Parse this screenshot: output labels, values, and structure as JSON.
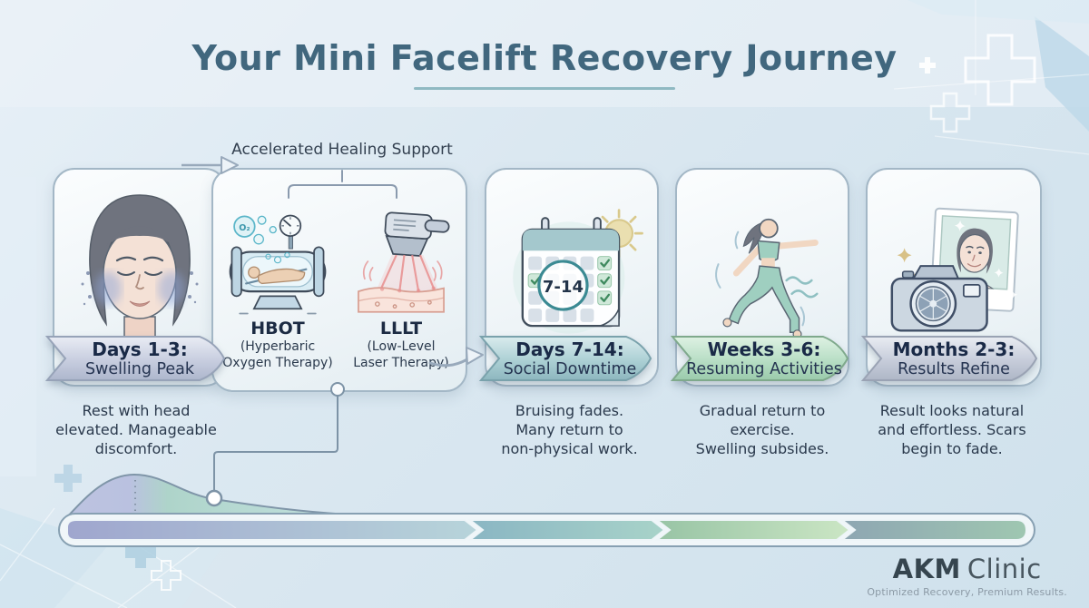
{
  "title": "Your Mini Facelift Recovery Journey",
  "support_label": "Accelerated Healing Support",
  "stages": [
    {
      "banner_title": "Days 1-3:",
      "banner_subtitle": "Swelling Peak",
      "description": "Rest with head\nelevated. Manageable\ndiscomfort."
    },
    {
      "treatments": [
        {
          "abbr": "HBOT",
          "full": "(Hyperbaric\nOxygen Therapy)"
        },
        {
          "abbr": "LLLT",
          "full": "(Low-Level\nLaser Therapy)"
        }
      ]
    },
    {
      "banner_title": "Days 7-14:",
      "banner_subtitle": "Social Downtime",
      "description": "Bruising fades.\nMany return to\nnon-physical work.",
      "calendar_label": "7-14"
    },
    {
      "banner_title": "Weeks 3-6:",
      "banner_subtitle": "Resuming Activities",
      "description": "Gradual return to\nexercise.\nSwelling subsides."
    },
    {
      "banner_title": "Months 2-3:",
      "banner_subtitle": "Results Refine",
      "description": "Result looks natural\nand effortless. Scars\nbegin to fade."
    }
  ],
  "hbot_o2_label": "O₂",
  "brand": {
    "name_strong": "AKM",
    "name_light": "Clinic",
    "tagline": "Optimized Recovery, Premium Results."
  },
  "colors": {
    "title_text": "#41677e",
    "underline": "#8fb9c2",
    "banner_silver": "#c7cddf",
    "banner_teal": "#a8cdd2",
    "banner_green": "#b4dcc2",
    "timeline_purple": "#9fa6ce",
    "timeline_teal": "#8ab6c3",
    "timeline_green": "#98c4a5",
    "timeline_slate": "#8ea6b2"
  }
}
